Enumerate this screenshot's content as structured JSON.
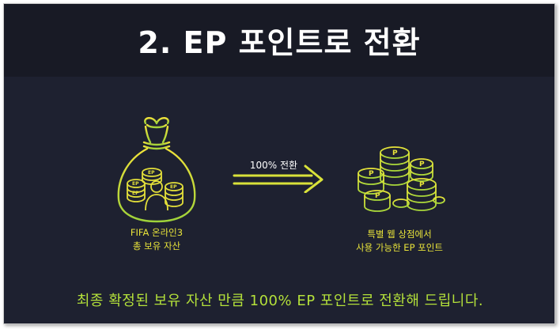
{
  "title": "2. EP 포인트로 전환",
  "arrow_label": "100% 전환",
  "left_caption": {
    "line1": "FIFA 온라인3",
    "line2": "총 보유 자산"
  },
  "right_caption": {
    "line1": "특별 웹 상점에서",
    "line2": "사용 가능한 EP 포인트"
  },
  "bottom_message": "최종 확정된 보유 자산 만큼 100% EP 포인트로 전환해 드립니다.",
  "coin_label": "EP",
  "point_label": "P",
  "colors": {
    "background": "#1e2130",
    "title_band": "#181a25",
    "title_text": "#ffffff",
    "accent_yellow": "#e8e33a",
    "accent_green": "#b4e13a"
  }
}
